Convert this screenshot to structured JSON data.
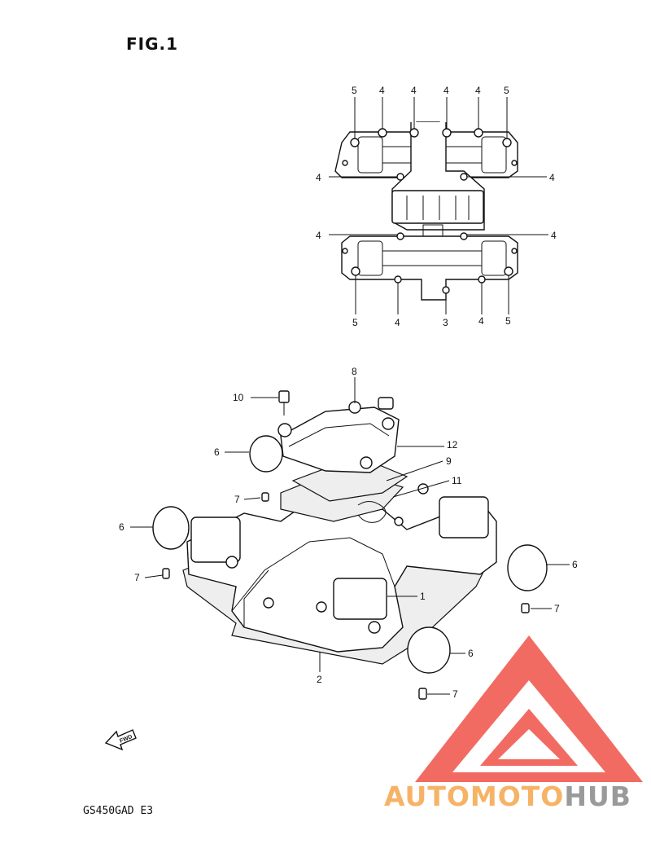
{
  "figure": {
    "title": "FIG.1",
    "model_code": "GS450GAD E3",
    "fwd_label": "FWD"
  },
  "watermark": {
    "text_part1": "AUTOMOTO",
    "text_part2": "HUB",
    "colors": {
      "triangle": "#f26b63",
      "text_orange": "#f6b366",
      "text_gray": "#9a9a9a"
    }
  },
  "top_view_callouts": {
    "top_row": [
      "5",
      "4",
      "4",
      "4",
      "4",
      "5"
    ],
    "mid_upper_left": "4",
    "mid_upper_right": "4",
    "mid_lower_left": "4",
    "mid_lower_right": "4",
    "bottom_row": [
      "5",
      "4",
      "3",
      "4",
      "5"
    ]
  },
  "exploded_callouts": {
    "c8": "8",
    "c10": "10",
    "c6_a": "6",
    "c12": "12",
    "c9": "9",
    "c11": "11",
    "c7_a": "7",
    "c6_b": "6",
    "c6_c": "6",
    "c7_b": "7",
    "c1": "1",
    "c7_c": "7",
    "c6_d": "6",
    "c2": "2",
    "c7_d": "7"
  }
}
